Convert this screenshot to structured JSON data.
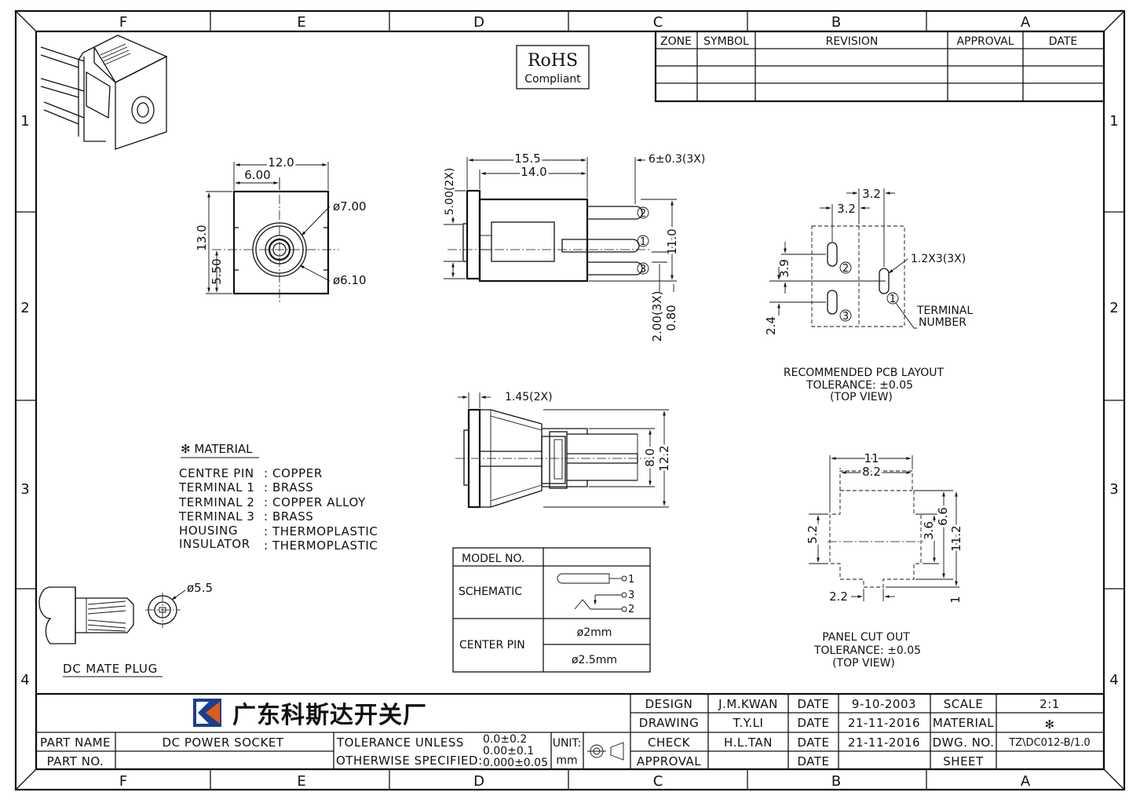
{
  "border": {
    "columns": [
      "F",
      "E",
      "D",
      "C",
      "B",
      "A"
    ],
    "rows": [
      "1",
      "2",
      "3",
      "4"
    ]
  },
  "revision_table": {
    "headers": [
      "ZONE",
      "SYMBOL",
      "REVISION",
      "APPROVAL",
      "DATE"
    ]
  },
  "rohs": {
    "line1": "RoHS",
    "line2": "Compliant"
  },
  "front_view": {
    "dim_width": "12.0",
    "dim_half_width": "6.00",
    "dim_height": "13.0",
    "dim_center_height": "5.50",
    "dia_outer": "ø7.00",
    "dia_inner": "ø6.10"
  },
  "side_view": {
    "dim_length": "15.5",
    "dim_body": "14.0",
    "dim_terminal": "6±0.3(3X)",
    "dim_flange": "5.00(2X)",
    "dim_height": "11.0",
    "dim_pin_spacing": "2.00(3X)",
    "dim_pin_thick": "0.80",
    "terminal_1": "1",
    "terminal_2": "2",
    "terminal_3": "3"
  },
  "top_view": {
    "dim_flange": "1.45(2X)",
    "dim_inner": "8.0",
    "dim_outer": "12.2"
  },
  "pcb_layout": {
    "dim_a": "3.2",
    "dim_b": "3.2",
    "dim_hole": "1.2X3(3X)",
    "dim_c": "3.9",
    "dim_d": "2.4",
    "terminal_label_1": "TERMINAL",
    "terminal_label_2": "NUMBER",
    "caption_1": "RECOMMENDED PCB LAYOUT",
    "caption_2": "TOLERANCE: ±0.05",
    "caption_3": "(TOP VIEW)",
    "pad_1": "1",
    "pad_2": "2",
    "pad_3": "3"
  },
  "panel_cutout": {
    "dim_11": "11",
    "dim_82": "8.2",
    "dim_36": "3.6",
    "dim_66": "6.6",
    "dim_112": "11.2",
    "dim_52": "5.2",
    "dim_22": "2.2",
    "dim_1": "1",
    "caption_1": "PANEL CUT OUT",
    "caption_2": "TOLERANCE: ±0.05",
    "caption_3": "(TOP VIEW)"
  },
  "material": {
    "title": "✻ MATERIAL",
    "items": [
      {
        "part": "CENTRE PIN",
        "value": ": COPPER"
      },
      {
        "part": "TERMINAL  1",
        "value": ": BRASS"
      },
      {
        "part": "TERMINAL  2",
        "value": ": COPPER  ALLOY"
      },
      {
        "part": "TERMINAL  3",
        "value": ": BRASS"
      },
      {
        "part": "HOUSING",
        "value": ": THERMOPLASTIC"
      },
      {
        "part": "INSULATOR",
        "value": ": THERMOPLASTIC"
      }
    ]
  },
  "model_table": {
    "model_label": "MODEL NO.",
    "schematic_label": "SCHEMATIC",
    "center_pin_label": "CENTER PIN",
    "pin_a": "ø2mm",
    "pin_b": "ø2.5mm",
    "sch_1": "1",
    "sch_3": "3",
    "sch_2": "2"
  },
  "mate_plug": {
    "dia": "ø5.5",
    "label": "DC MATE PLUG"
  },
  "title_block": {
    "company": "广东科斯达开关厂",
    "part_name_label": "PART NAME",
    "part_name": "DC POWER SOCKET",
    "part_no_label": "PART NO.",
    "part_no": "",
    "tol_line1": "TOLERANCE UNLESS",
    "tol_line2": "OTHERWISE SPECIFIED:",
    "tol_v1": "0.0±0.2",
    "tol_v2": "0.00±0.1",
    "tol_v3": "0.000±0.05",
    "unit_label": "UNIT:",
    "unit": "mm",
    "rows": [
      {
        "label": "DESIGN",
        "name": "J.M.KWAN",
        "date_label": "DATE",
        "date": "9-10-2003",
        "k": "SCALE",
        "v": "2:1"
      },
      {
        "label": "DRAWING",
        "name": "T.Y.LI",
        "date_label": "DATE",
        "date": "21-11-2016",
        "k": "MATERIAL",
        "v": "✻"
      },
      {
        "label": "CHECK",
        "name": "H.L.TAN",
        "date_label": "DATE",
        "date": "21-11-2016",
        "k": "DWG. NO.",
        "v": "TZ\\DC012-B/1.0"
      },
      {
        "label": "APPROVAL",
        "name": "",
        "date_label": "DATE",
        "date": "",
        "k": "SHEET",
        "v": ""
      }
    ]
  }
}
